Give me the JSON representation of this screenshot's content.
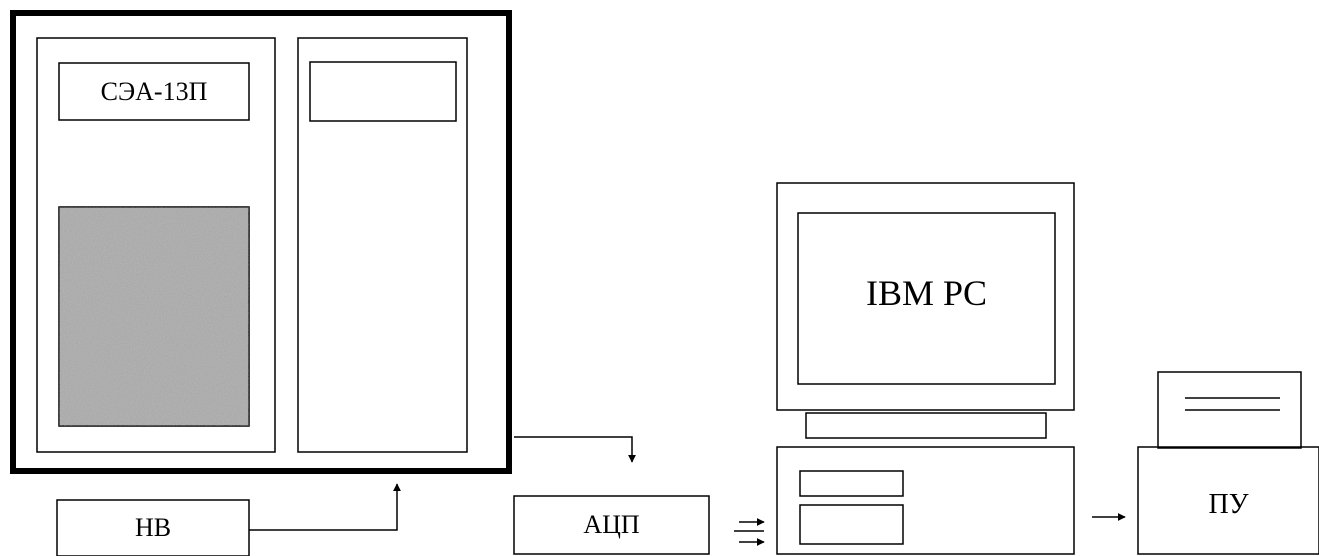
{
  "analyzer": {
    "label": "СЭА-13П"
  },
  "generator": {
    "label": "НВ"
  },
  "adc": {
    "label": "АЦП"
  },
  "computer": {
    "label": "IBM PC"
  },
  "printer": {
    "label": "ПУ"
  },
  "colors": {
    "line": "#000000",
    "screen_fill": "#a9a9a9",
    "background": "#ffffff"
  }
}
